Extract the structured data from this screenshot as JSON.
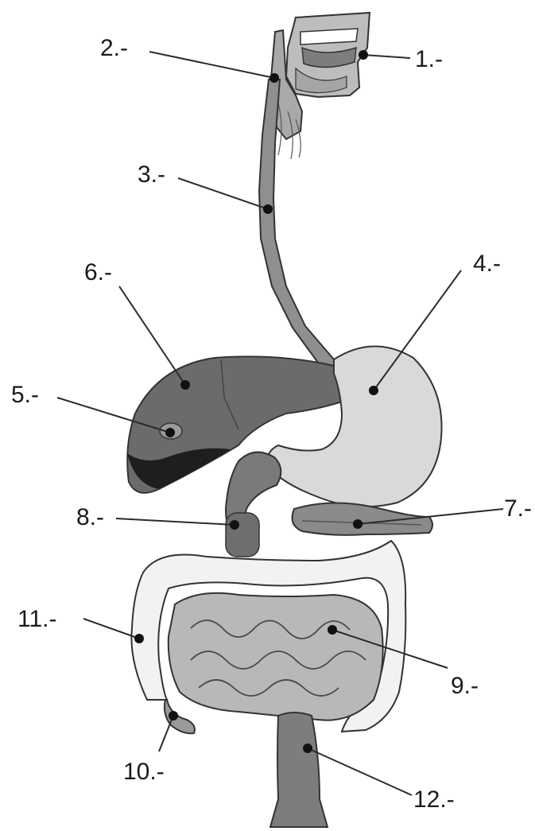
{
  "labels": {
    "mouth": "1.-",
    "pharynx": "2.-",
    "esophagus": "3.-",
    "stomach": "4.-",
    "gallbladder": "5.-",
    "liver": "6.-",
    "pancreas": "7.-",
    "duodenum": "8.-",
    "small_intestine": "9.-",
    "appendix": "10.-",
    "large_intestine": "11.-",
    "rectum": "12.-"
  },
  "colors": {
    "liver": "#6b6b6b",
    "liver_dark": "#1e1e1e",
    "stomach": "#d9d9d9",
    "intestine": "#b8b8b8",
    "colon": "#f2f2f2",
    "esophagus": "#8f8f8f",
    "line": "#2b2b2b"
  }
}
